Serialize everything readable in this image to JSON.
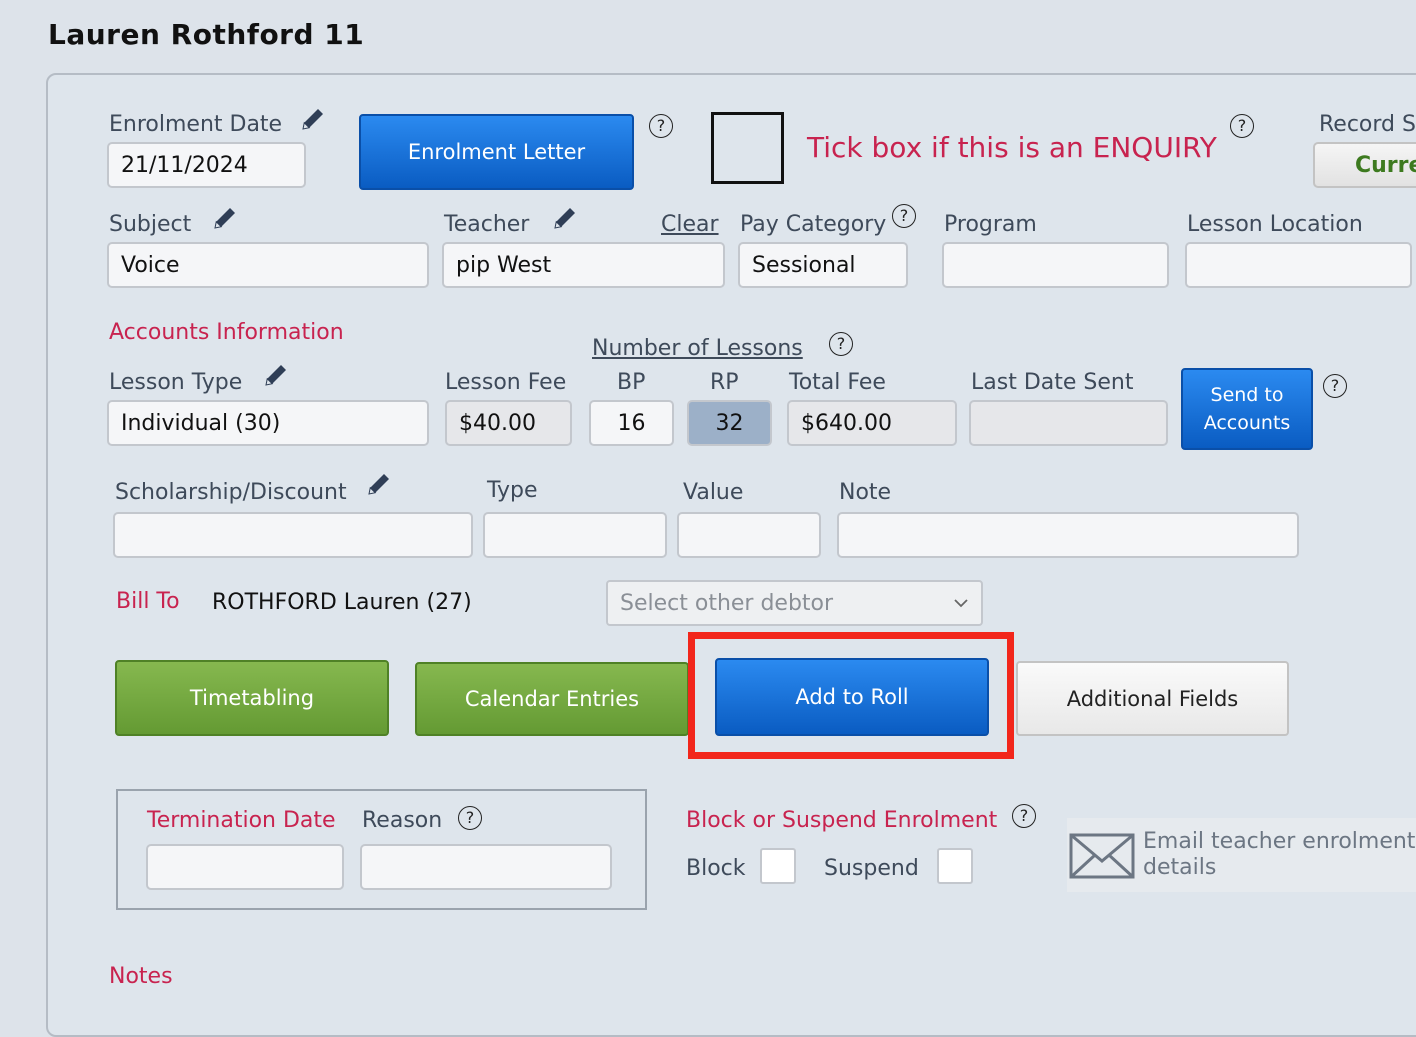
{
  "header": {
    "title": "Lauren Rothford 11"
  },
  "enrolment": {
    "date_label": "Enrolment Date",
    "date_value": "21/11/2024",
    "letter_button": "Enrolment Letter",
    "enquiry_text": "Tick box if this is an ENQUIRY",
    "record_status_label": "Record S",
    "record_status_value": "Curre"
  },
  "row2": {
    "subject_label": "Subject",
    "subject_value": "Voice",
    "teacher_label": "Teacher",
    "teacher_value": "pip West",
    "clear_link": "Clear",
    "pay_category_label": "Pay Category",
    "pay_category_value": "Sessional",
    "program_label": "Program",
    "program_value": "",
    "lesson_location_label": "Lesson Location",
    "lesson_location_value": ""
  },
  "accounts": {
    "section_label": "Accounts Information",
    "number_of_lessons_link": "Number of Lessons",
    "lesson_type_label": "Lesson Type",
    "lesson_type_value": "Individual (30)",
    "lesson_fee_label": "Lesson Fee",
    "lesson_fee_value": "$40.00",
    "bp_label": "BP",
    "bp_value": "16",
    "rp_label": "RP",
    "rp_value": "32",
    "total_fee_label": "Total Fee",
    "total_fee_value": "$640.00",
    "last_date_sent_label": "Last Date Sent",
    "last_date_sent_value": "",
    "send_button_line1": "Send to",
    "send_button_line2": "Accounts"
  },
  "discount": {
    "scholarship_label": "Scholarship/Discount",
    "type_label": "Type",
    "value_label": "Value",
    "note_label": "Note"
  },
  "billing": {
    "bill_to_label": "Bill To",
    "bill_to_value": "ROTHFORD Lauren (27)",
    "debtor_placeholder": "Select other debtor"
  },
  "actions": {
    "timetabling": "Timetabling",
    "calendar_entries": "Calendar Entries",
    "add_to_roll": "Add to Roll",
    "additional_fields": "Additional Fields",
    "highlight_color": "#f2261b"
  },
  "termination": {
    "date_label": "Termination Date",
    "reason_label": "Reason"
  },
  "suspend": {
    "section_label": "Block or Suspend Enrolment",
    "block_label": "Block",
    "suspend_label": "Suspend"
  },
  "email": {
    "line1": "Email teacher enrolment",
    "line2": "details",
    "icon": "envelope-icon"
  },
  "notes": {
    "label": "Notes"
  },
  "help_glyph": "?"
}
